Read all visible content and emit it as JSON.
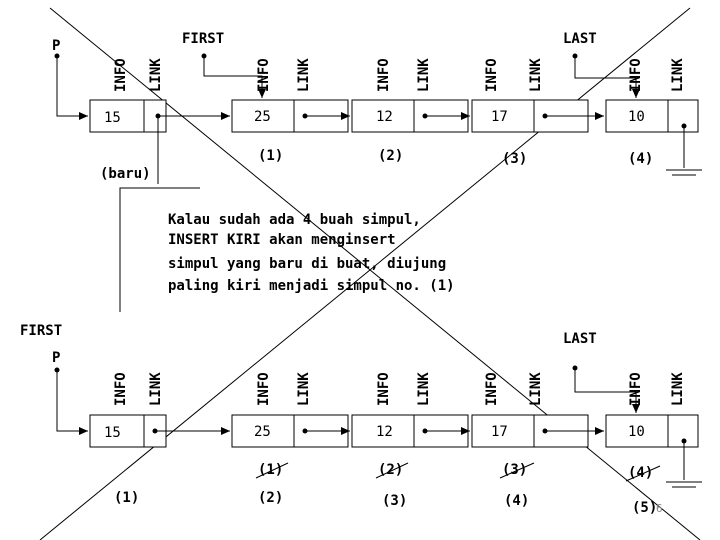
{
  "top": {
    "labels": {
      "p": "P",
      "first": "FIRST",
      "last": "LAST",
      "baru": "(baru)"
    },
    "nodes": [
      {
        "info": "15",
        "num": ""
      },
      {
        "info": "25",
        "num": "(1)"
      },
      {
        "info": "12",
        "num": "(2)"
      },
      {
        "info": "17",
        "num": "(3)"
      },
      {
        "info": "10",
        "num": "(4)"
      }
    ]
  },
  "field_labels": {
    "info": "INFO",
    "link": "LINK"
  },
  "note": {
    "lines": [
      "Kalau sudah ada 4 buah simpul,",
      "INSERT KIRI akan menginsert",
      "simpul yang baru di buat, diujung",
      "paling kiri menjadi simpul no. (1)"
    ]
  },
  "bottom": {
    "labels": {
      "p": "P",
      "first": "FIRST",
      "last": "LAST"
    },
    "nodes": [
      {
        "info": "15",
        "old": "",
        "new": "(1)"
      },
      {
        "info": "25",
        "old": "(1)",
        "new": "(2)"
      },
      {
        "info": "12",
        "old": "(2)",
        "new": "(3)"
      },
      {
        "info": "17",
        "old": "(3)",
        "new": "(4)"
      },
      {
        "info": "10",
        "old": "(4)",
        "new": "(5)"
      }
    ]
  },
  "page_number": "6"
}
